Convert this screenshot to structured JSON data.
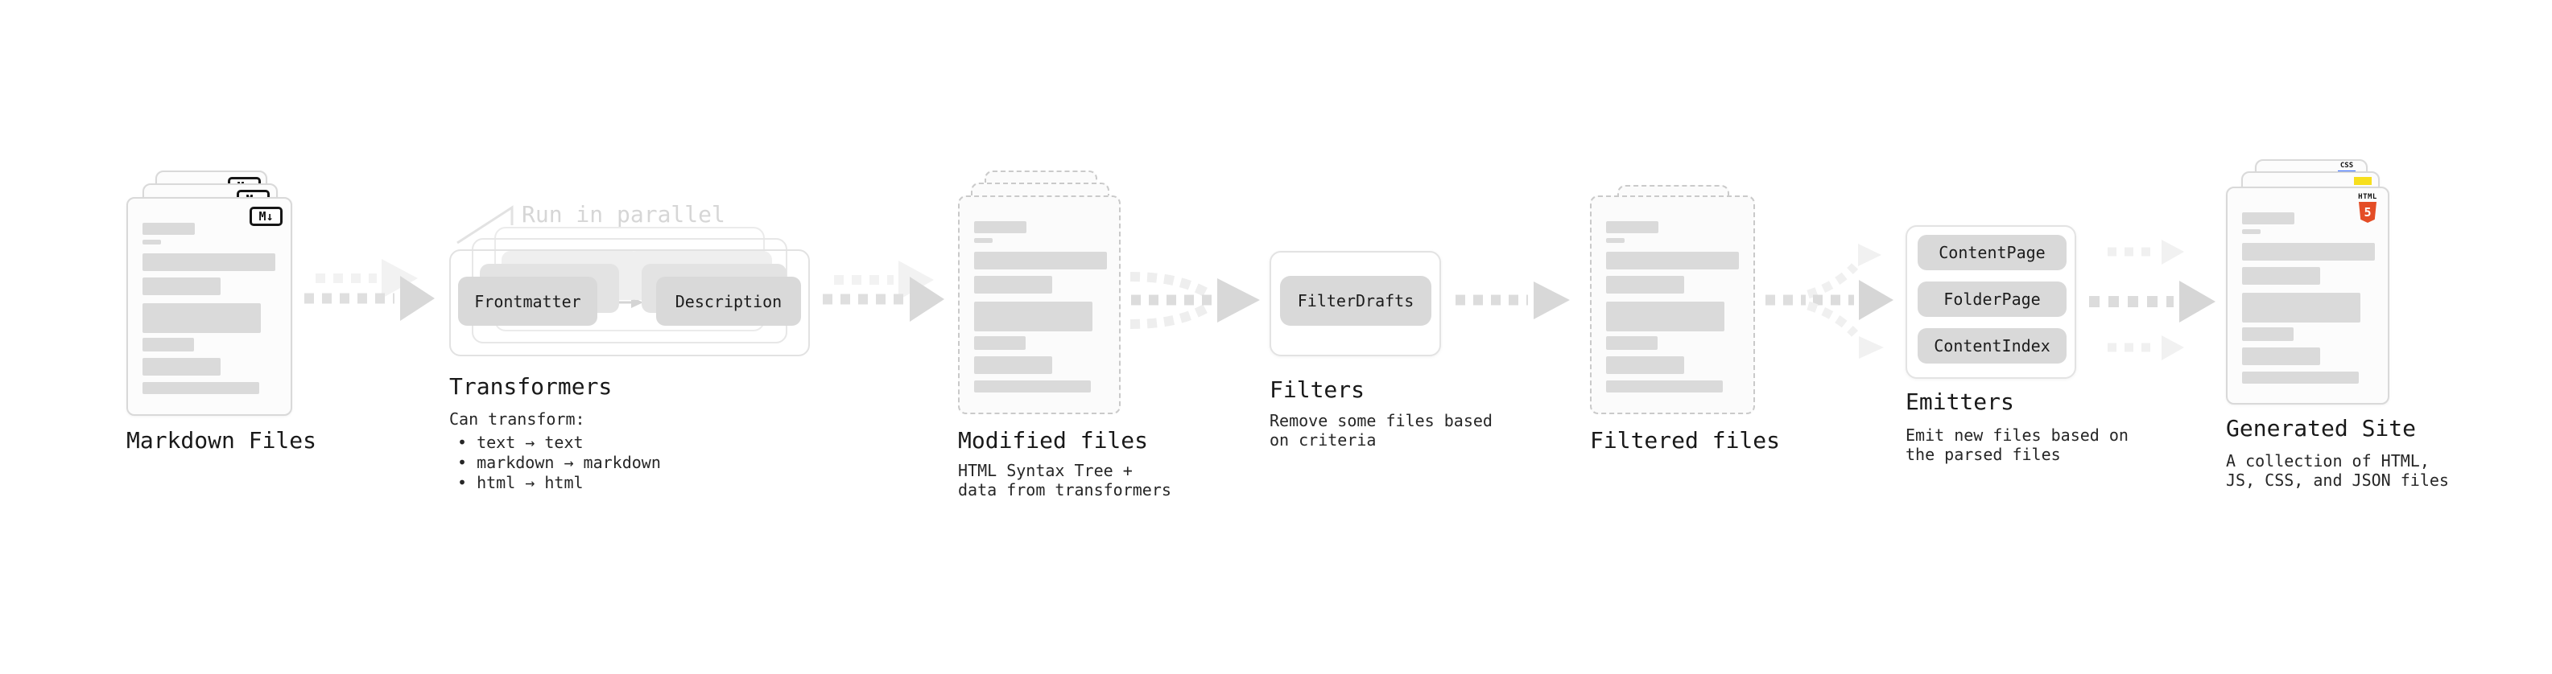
{
  "markdown_files": {
    "label": "Markdown Files",
    "badge": "M↓"
  },
  "transformers": {
    "label": "Transformers",
    "annotation": "Run in parallel",
    "pill_left": "Frontmatter",
    "pill_right": "Description",
    "caption_title": "Can transform:",
    "bullets": [
      "• text → text",
      "• markdown → markdown",
      "• html → html"
    ]
  },
  "modified_files": {
    "label": "Modified files",
    "caption": [
      "HTML Syntax Tree +",
      "data from transformers"
    ]
  },
  "filters": {
    "label": "Filters",
    "pill": "FilterDrafts",
    "caption": [
      "Remove some files based",
      "on criteria"
    ]
  },
  "filtered_files": {
    "label": "Filtered files"
  },
  "emitters": {
    "label": "Emitters",
    "pills": [
      "ContentPage",
      "FolderPage",
      "ContentIndex"
    ],
    "caption": [
      "Emit new files based on",
      "the parsed files"
    ]
  },
  "generated_site": {
    "label": "Generated Site",
    "badge_css": "CSS",
    "badge_html_top": "HTML",
    "badge_html_number": "5",
    "caption": [
      "A collection of HTML,",
      "JS, CSS, and JSON files"
    ]
  },
  "colors": {
    "html5_orange": "#e44d26",
    "js_yellow": "#f7df1e",
    "css_blue": "#2962ff",
    "pill_gray": "#d9d9d9",
    "annotation_gray": "#d6d6d6",
    "arrow_gray": "#d8d8d8"
  }
}
